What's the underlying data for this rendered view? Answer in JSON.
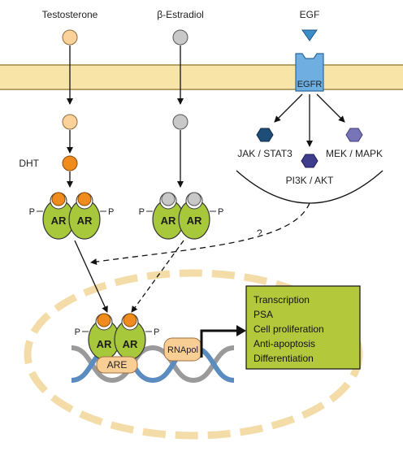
{
  "ligands": {
    "testosterone": "Testosterone",
    "estradiol": "β-Estradiol",
    "egf": "EGF",
    "dht": "DHT"
  },
  "receptor": {
    "egfr": "EGFR",
    "ar": "AR",
    "phospho": "P"
  },
  "pathways": {
    "jak": "JAK / STAT3",
    "pi3k": "PI3K / AKT",
    "mek": "MEK / MAPK",
    "unknown": "?"
  },
  "nucleus": {
    "are": "ARE",
    "rnapol": "RNApol"
  },
  "outcomes": [
    "Transcription",
    "PSA",
    "Cell proliferation",
    "Anti-apoptosis",
    "Differentiation"
  ],
  "colors": {
    "membrane": "#f7e4a6",
    "membrane_line": "#b8a26a",
    "testosterone": "#fcd29a",
    "dht": "#f08c1e",
    "estradiol": "#c8c8c8",
    "egf": "#3c8cc8",
    "egfr": "#6eaee0",
    "ar": "#a8c83c",
    "jak": "#1e4e78",
    "pi3k": "#403c8c",
    "mek": "#7874b8",
    "nucleus_dash": "#f3dca8",
    "are": "#f8ce94",
    "rnapol": "#f8ce94",
    "outcome_box": "#b4c83c",
    "dna_blue": "#5a8cc0",
    "dna_gray": "#9a9a9a"
  }
}
